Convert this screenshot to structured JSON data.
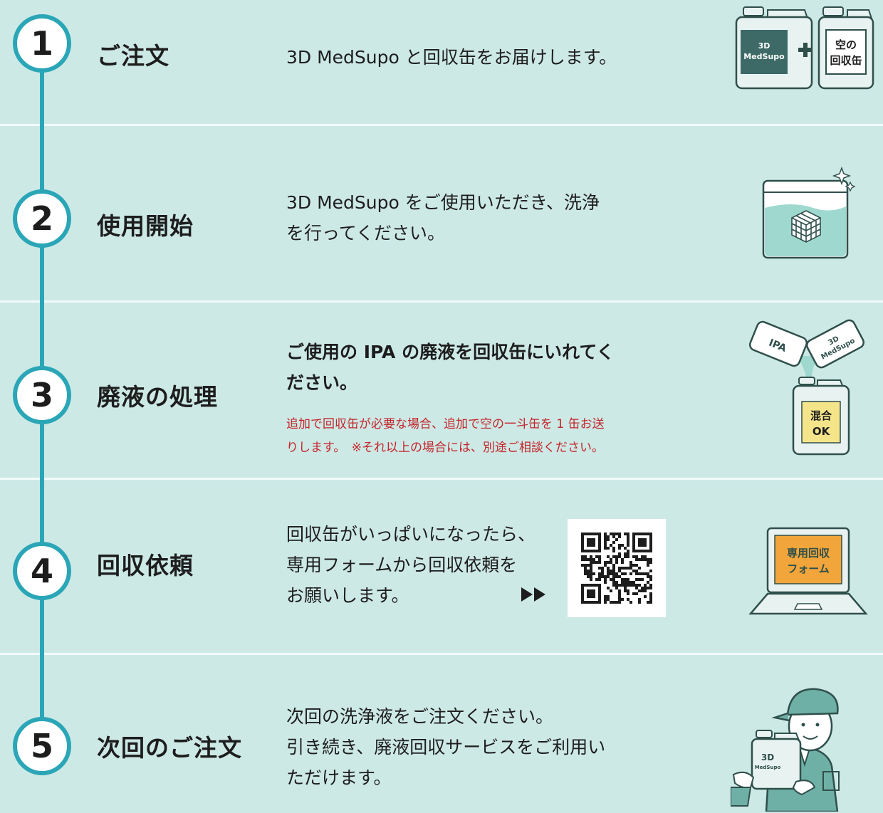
{
  "steps": [
    {
      "number": "1",
      "title": "ご注文",
      "desc_lines": [
        "3D MedSupo と回収缶をお届けします。"
      ]
    },
    {
      "number": "2",
      "title": "使用開始",
      "desc_lines": [
        "3D MedSupo をご使用いただき、洗浄",
        "を行ってください。"
      ]
    },
    {
      "number": "3",
      "title": "廃液の処理",
      "desc_lines": [
        "ご使用の IPA の廃液を回収缶にいれてく",
        "ださい。"
      ],
      "note_lines": [
        "追加で回収缶が必要な場合、追加で空の一斗缶を 1 缶お送",
        "りします。　※それ以上の場合には、別途ご相談ください。"
      ]
    },
    {
      "number": "4",
      "title": "回収依頼",
      "desc_lines": [
        "回収缶がいっぱいになったら、",
        "専用フォームから回収依頼を",
        "お願いします。"
      ]
    },
    {
      "number": "5",
      "title": "次回のご注文",
      "desc_lines": [
        "次回の洗浄液をご注文ください。",
        "引き続き、廃液回収サービスをご利用い",
        "ただけます。"
      ]
    }
  ],
  "illustrations": {
    "can_medsupo": [
      "3D",
      "MedSupo"
    ],
    "can_empty": [
      "空の",
      "回収缶"
    ],
    "card_ipa": "IPA",
    "card_medsupo": [
      "3D",
      "MedSupo"
    ],
    "can_mix": [
      "混合",
      "OK"
    ],
    "laptop_screen": [
      "専用回収",
      "フォーム"
    ],
    "person_can": [
      "3D",
      "MedSupo"
    ]
  },
  "colors": {
    "background": "#cde9e6",
    "accent": "#2aa6b7",
    "note": "#c4252a",
    "can_dark": "#3d6a66",
    "can_light": "#e8f3f1",
    "mix_label": "#f4e58b",
    "screen": "#f1a53a"
  }
}
